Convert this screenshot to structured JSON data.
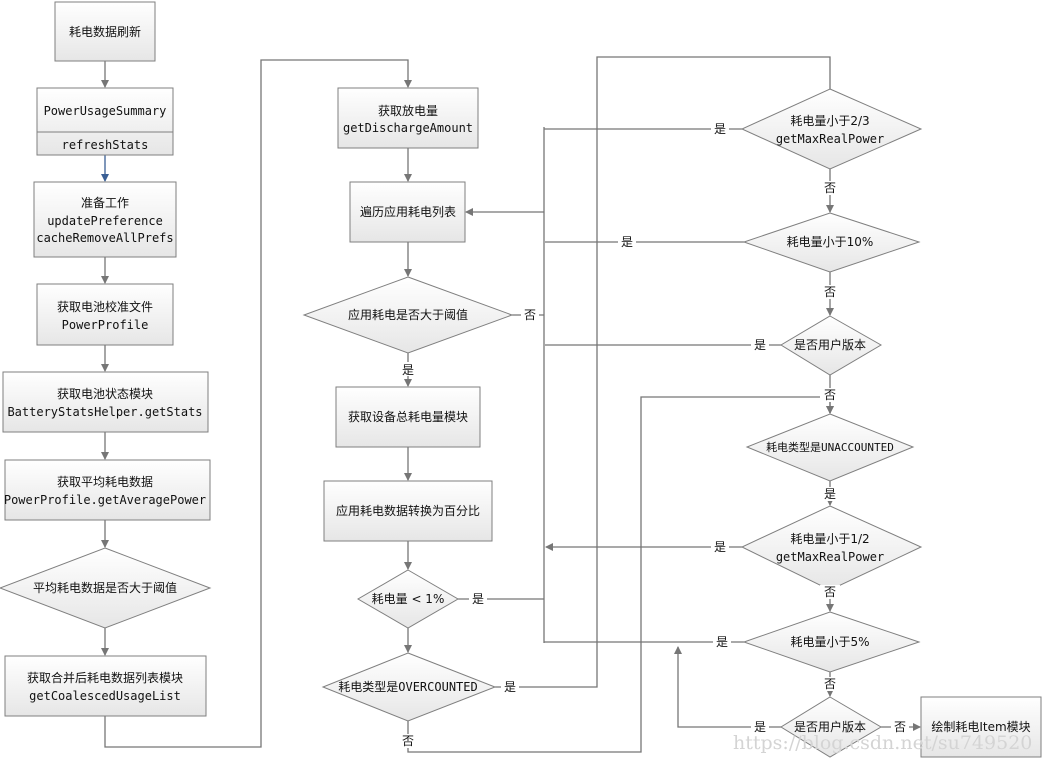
{
  "nodes": {
    "refresh": "耗电数据刷新",
    "summary_class": "PowerUsageSummary",
    "summary_method": "refreshStats",
    "prepare": [
      "准备工作",
      "updatePreference",
      "cacheRemoveAllPrefs"
    ],
    "profile": [
      "获取电池校准文件",
      "PowerProfile"
    ],
    "battery_stats": [
      "获取电池状态模块",
      "BatteryStatsHelper.getStats"
    ],
    "avg_power": [
      "获取平均耗电数据",
      "PowerProfile.getAveragePower"
    ],
    "avg_threshold": "平均耗电数据是否大于阈值",
    "coalesced": [
      "获取合并后耗电数据列表模块",
      "getCoalescedUsageList"
    ],
    "discharge": [
      "获取放电量",
      "getDischargeAmount"
    ],
    "iterate": "遍历应用耗电列表",
    "app_threshold": "应用耗电是否大于阈值",
    "device_total": "获取设备总耗电量模块",
    "to_percent": "应用耗电数据转换为百分比",
    "lt1": "耗电量 < 1%",
    "overcounted": "耗电类型是OVERCOUNTED",
    "lt23": [
      "耗电量小于2/3",
      "getMaxRealPower"
    ],
    "lt10": "耗电量小于10%",
    "user_build_1": "是否用户版本",
    "unaccounted": "耗电类型是UNACCOUNTED",
    "lt12": [
      "耗电量小于1/2",
      "getMaxRealPower"
    ],
    "lt5": "耗电量小于5%",
    "user_build_2": "是否用户版本",
    "draw_item": "绘制耗电Item模块"
  },
  "labels": {
    "yes": "是",
    "no": "否"
  },
  "watermark": "https://blog.csdn.net/su749520",
  "colors": {
    "stroke": "#7f7f7f",
    "fill_top": "#ffffff",
    "fill_bottom": "#e6e6e6",
    "highlight_arrow": "#3a5f95"
  }
}
